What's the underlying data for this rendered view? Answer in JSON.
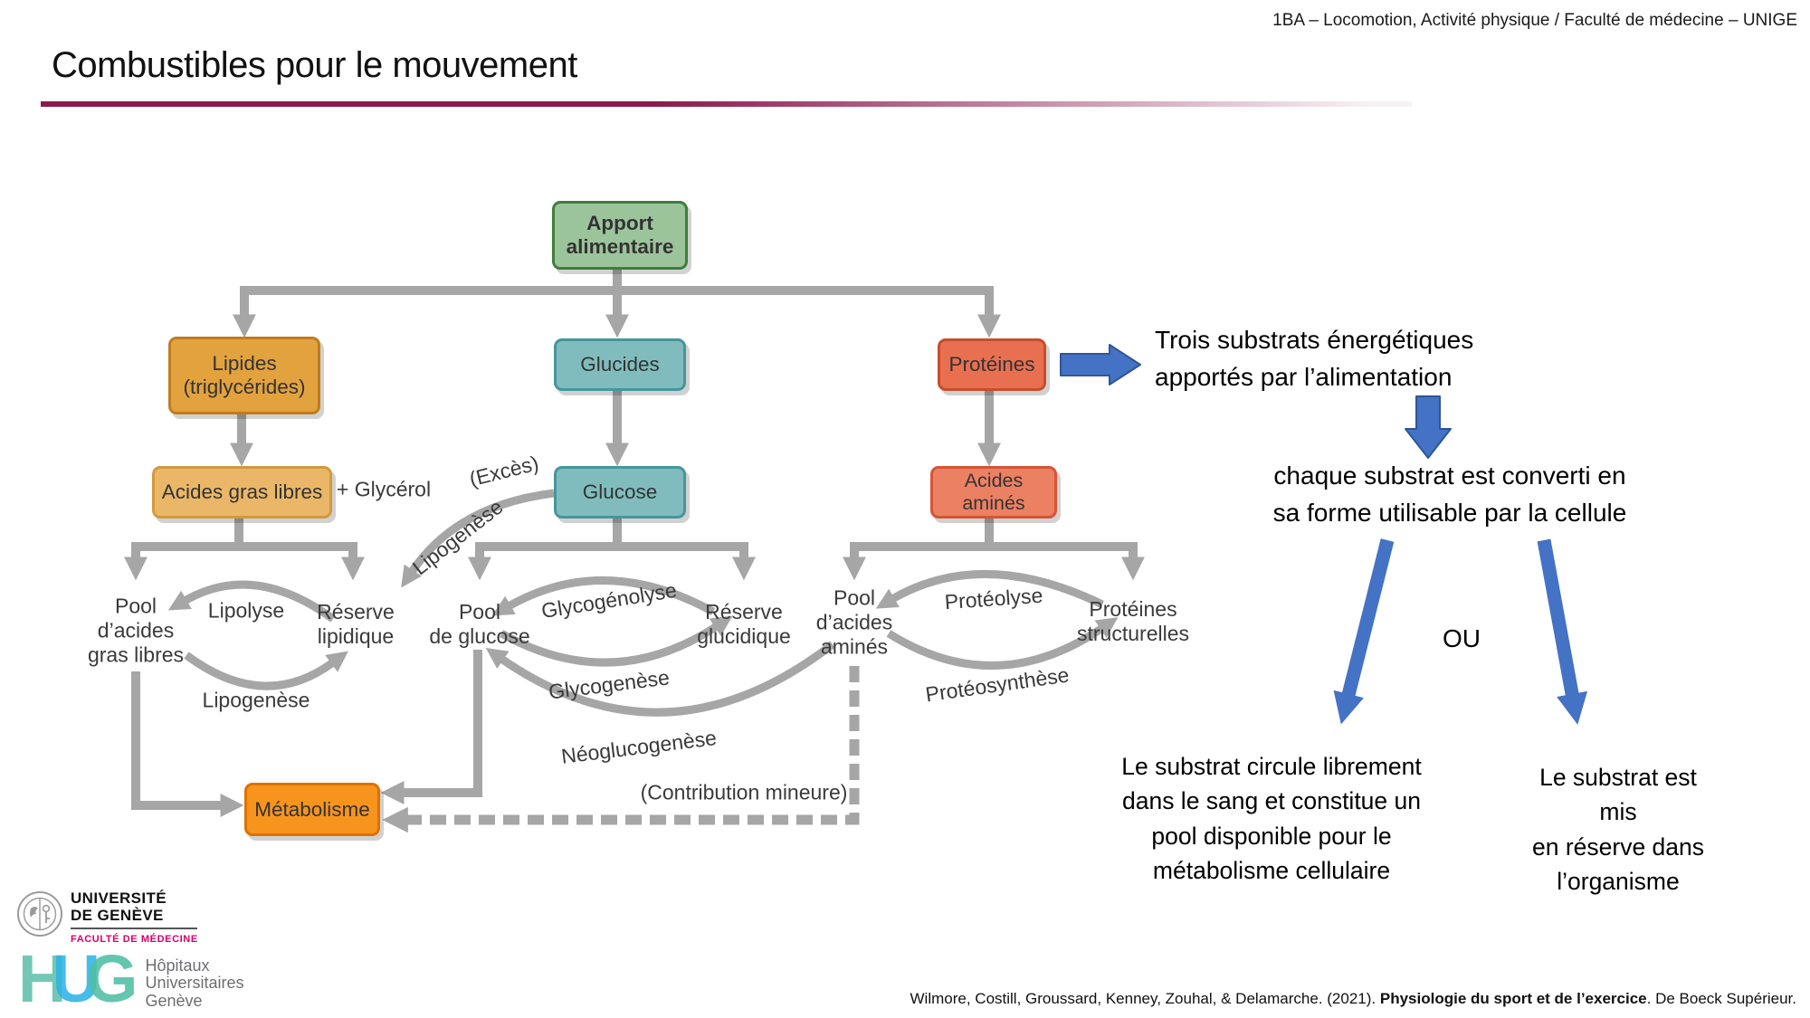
{
  "header": {
    "course": "1BA – Locomotion, Activité physique / Faculté de médecine – UNIGE"
  },
  "slide": {
    "title": "Combustibles pour le mouvement"
  },
  "diagram": {
    "apport": "Apport\nalimentaire",
    "lipides": "Lipides\n(triglycérides)",
    "glucides": "Glucides",
    "proteines": "Protéines",
    "acides_gras_libres": "Acides gras libres",
    "plus_glycerol": "+ Glycérol",
    "exces": "(Excès)",
    "lipogenese_curve": "Lipogenèse",
    "glucose": "Glucose",
    "acides_amines": "Acides aminés",
    "pool_agl": "Pool\nd’acides\ngras libres",
    "lipolyse": "Lipolyse",
    "reserve_lipidique": "Réserve\nlipidique",
    "lipogenese": "Lipogenèse",
    "pool_glucose": "Pool\nde glucose",
    "glycogenolyse": "Glycogénolyse",
    "reserve_glucidique": "Réserve\nglucidique",
    "glycogenese": "Glycogenèse",
    "neoglucogenese": "Néoglucogenèse",
    "pool_aa": "Pool\nd’acides\naminés",
    "proteolyse": "Protéolyse",
    "proteines_structurelles": "Protéines\nstructurelles",
    "proteosynthese": "Protéosynthèse",
    "metabolisme": "Métabolisme",
    "contribution_mineure": "(Contribution mineure)"
  },
  "annotations": {
    "trois_substrats": "Trois substrats énergétiques\napportés par l’alimentation",
    "conversion": "chaque substrat est converti en\nsa forme utilisable par la cellule",
    "ou": "OU",
    "pool_libre": "Le substrat circule librement\ndans le sang et constitue un\npool disponible pour le\nmétabolisme cellulaire",
    "reserve": "Le substrat est mis\nen réserve dans\nl’organisme"
  },
  "footer": {
    "unige": {
      "line1": "UNIVERSITÉ",
      "line2": "DE GENÈVE",
      "faculty": "FACULTÉ DE MÉDECINE"
    },
    "hug": {
      "h": "H",
      "u": "U",
      "g": "G",
      "name": "Hôpitaux\nUniversitaires\nGenève"
    },
    "citation": {
      "authors": "Wilmore, Costill, Groussard, Kenney, Zouhal, & Delamarche. (2021). ",
      "book": "Physiologie du sport et de l’exercice",
      "publisher": ". De Boeck Supérieur."
    }
  },
  "colors": {
    "accent_maroon": "#8C1A4F",
    "box_green": "#9CC49B",
    "box_green_border": "#3F7D3C",
    "box_teal": "#80BCBE",
    "box_teal_border": "#45969B",
    "box_orange": "#E2A23E",
    "box_orange_border": "#C07C1E",
    "box_orange_light": "#EAB768",
    "box_red": "#E96F51",
    "box_red_light": "#EC8063",
    "box_metabolisme": "#F7941E",
    "connector_gray": "#A6A6A6",
    "arrow_blue": "#4472C4",
    "faculty_pink": "#D6006D",
    "hug_teal": "#5FC1AA",
    "hug_blue": "#2FB3E6"
  }
}
